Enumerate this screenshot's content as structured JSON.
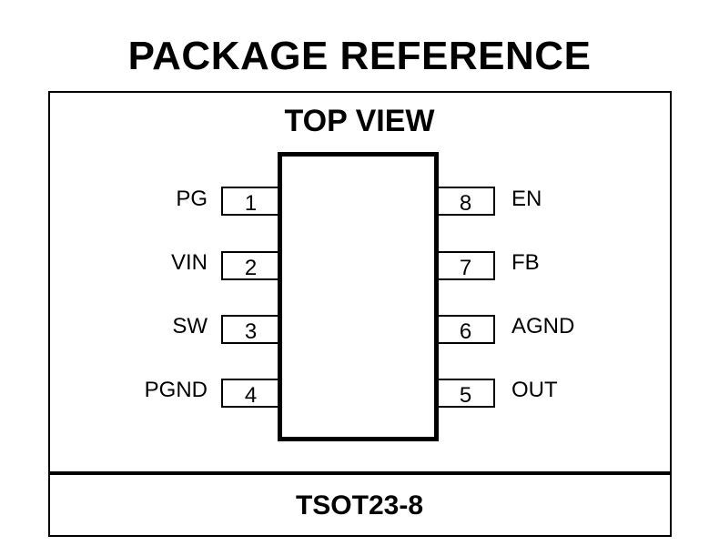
{
  "title": "PACKAGE REFERENCE",
  "view_title": "TOP VIEW",
  "package_name": "TSOT23-8",
  "pins_left": [
    {
      "number": "1",
      "name": "PG"
    },
    {
      "number": "2",
      "name": "VIN"
    },
    {
      "number": "3",
      "name": "SW"
    },
    {
      "number": "4",
      "name": "PGND"
    }
  ],
  "pins_right": [
    {
      "number": "8",
      "name": "EN"
    },
    {
      "number": "7",
      "name": "FB"
    },
    {
      "number": "6",
      "name": "AGND"
    },
    {
      "number": "5",
      "name": "OUT"
    }
  ]
}
